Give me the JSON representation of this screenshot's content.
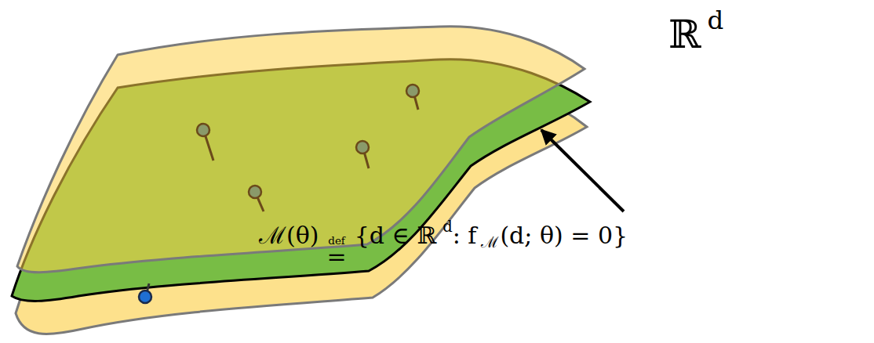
{
  "diagram": {
    "labels": [
      "ℝ",
      "d",
      "ℳ(θ)",
      "def",
      "=",
      "{d ∈ ℝ",
      "d",
      ": f",
      "ℳ",
      "(d; θ) = 0}"
    ]
  }
}
